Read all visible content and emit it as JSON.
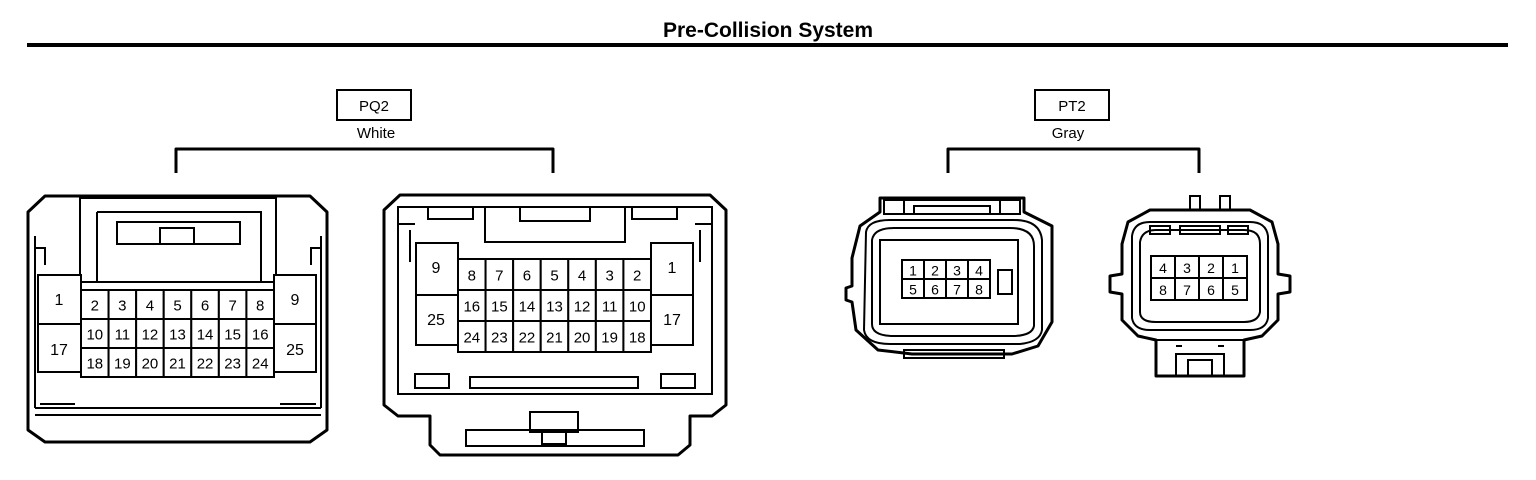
{
  "page": {
    "title": "Pre-Collision System"
  },
  "connectors": [
    {
      "id": "PQ2",
      "color": "White",
      "housing_a": {
        "side_left_top": "1",
        "side_left_bottom": "17",
        "side_right_top": "9",
        "side_right_bottom": "25",
        "row1": [
          "2",
          "3",
          "4",
          "5",
          "6",
          "7",
          "8"
        ],
        "row2": [
          "10",
          "11",
          "12",
          "13",
          "14",
          "15",
          "16"
        ],
        "row3": [
          "18",
          "19",
          "20",
          "21",
          "22",
          "23",
          "24"
        ]
      },
      "housing_b": {
        "side_left_top": "9",
        "side_left_bottom": "25",
        "side_right_top": "1",
        "side_right_bottom": "17",
        "row1": [
          "8",
          "7",
          "6",
          "5",
          "4",
          "3",
          "2"
        ],
        "row2": [
          "16",
          "15",
          "14",
          "13",
          "12",
          "11",
          "10"
        ],
        "row3": [
          "24",
          "23",
          "22",
          "21",
          "20",
          "19",
          "18"
        ]
      }
    },
    {
      "id": "PT2",
      "color": "Gray",
      "housing_a": {
        "row1": [
          "1",
          "2",
          "3",
          "4"
        ],
        "row2": [
          "5",
          "6",
          "7",
          "8"
        ]
      },
      "housing_b": {
        "row1": [
          "4",
          "3",
          "2",
          "1"
        ],
        "row2": [
          "8",
          "7",
          "6",
          "5"
        ]
      }
    }
  ]
}
